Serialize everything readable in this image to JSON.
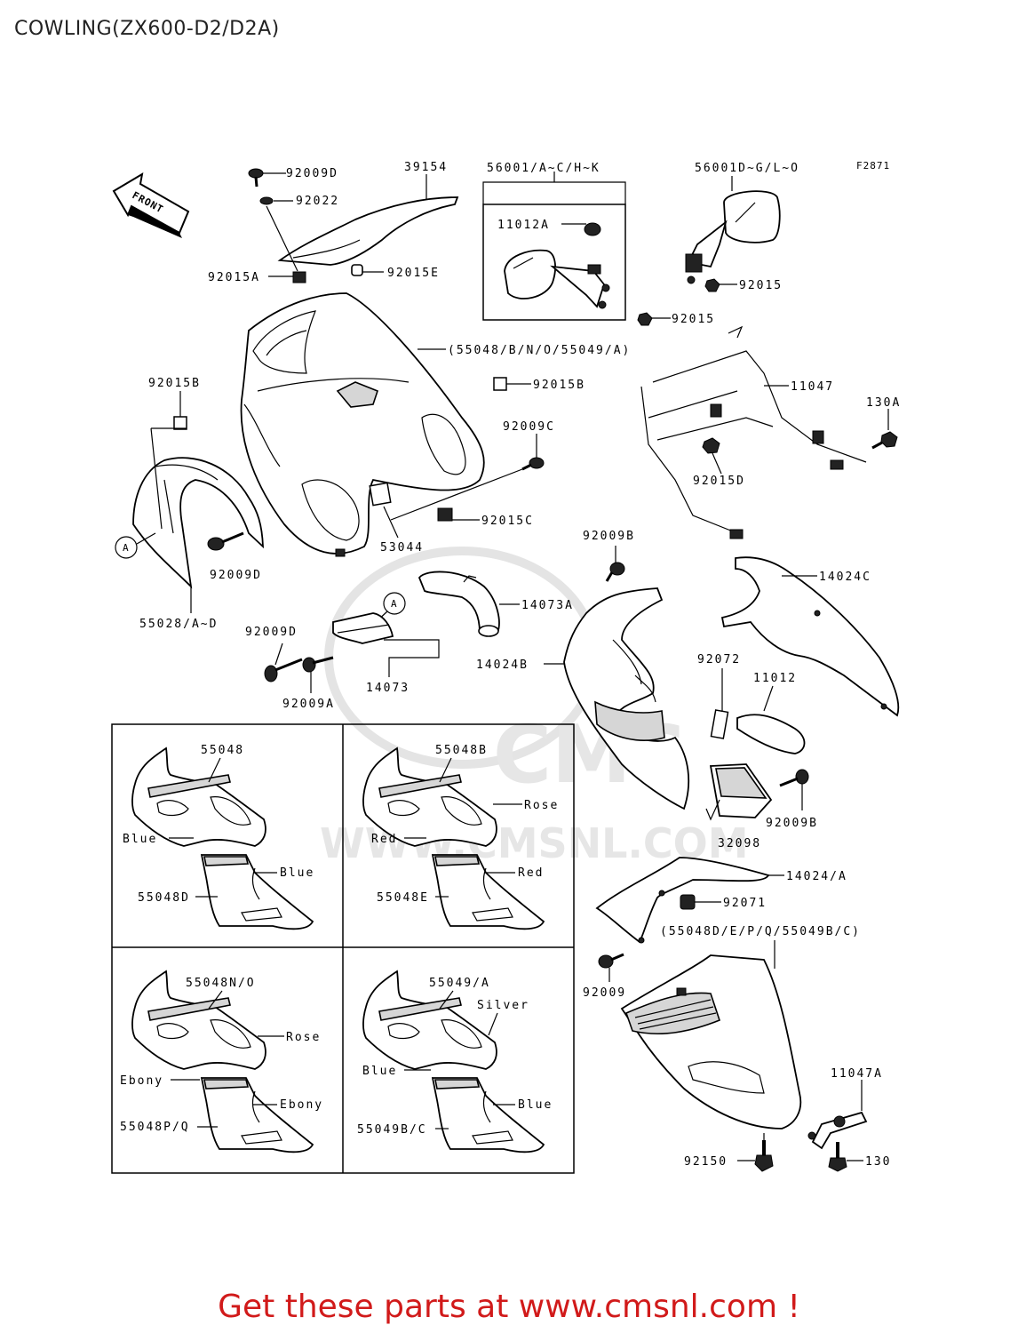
{
  "title": "COWLING(ZX600-D2/D2A)",
  "cta": "Get these parts at www.cmsnl.com !",
  "figure_code": "F2871",
  "front_label": "FRONT",
  "callout_a": "A",
  "watermark": {
    "brand": "CMS",
    "url": "WWW.CMSNL.COM"
  },
  "labels": {
    "p92009D_top": "92009D",
    "p92022": "92022",
    "p39154": "39154",
    "p92015A": "92015A",
    "p92015E": "92015E",
    "p56001_left": "56001/A~C/H~K",
    "p11012A": "11012A",
    "p56001_right": "56001D~G/L~O",
    "p92015_a": "92015",
    "p92015_b": "92015",
    "p55048_main": "(55048/B/N/O/55049/A)",
    "p92015B_left": "92015B",
    "p92015B_right": "92015B",
    "p11047": "11047",
    "p130A": "130A",
    "p92009C": "92009C",
    "p92015D": "92015D",
    "p92015C": "92015C",
    "p53044": "53044",
    "p92009D_mid": "92009D",
    "p55028": "55028/A~D",
    "p92009B_top": "92009B",
    "p14073A": "14073A",
    "p14024C": "14024C",
    "p92009D_low": "92009D",
    "p14073": "14073",
    "p92009A": "92009A",
    "p14024B": "14024B",
    "p92072": "92072",
    "p11012": "11012",
    "p92009B_low": "92009B",
    "p32098": "32098",
    "p14024A": "14024/A",
    "p92071": "92071",
    "p55048_lower": "(55048D/E/P/Q/55049B/C)",
    "p92009": "92009",
    "p11047A": "11047A",
    "p92150": "92150",
    "p130": "130"
  },
  "variants": [
    {
      "upper": "55048",
      "lower": "55048D",
      "upper_color": "Blue",
      "lower_color": "Blue",
      "side_color": ""
    },
    {
      "upper": "55048B",
      "lower": "55048E",
      "upper_color": "Red",
      "lower_color": "Red",
      "side_color": "Rose"
    },
    {
      "upper": "55048N/O",
      "lower": "55048P/Q",
      "upper_color": "Ebony",
      "lower_color": "Ebony",
      "side_color": "Rose"
    },
    {
      "upper": "55049/A",
      "lower": "55049B/C",
      "upper_color": "Blue",
      "lower_color": "Blue",
      "side_color": "Silver"
    }
  ]
}
